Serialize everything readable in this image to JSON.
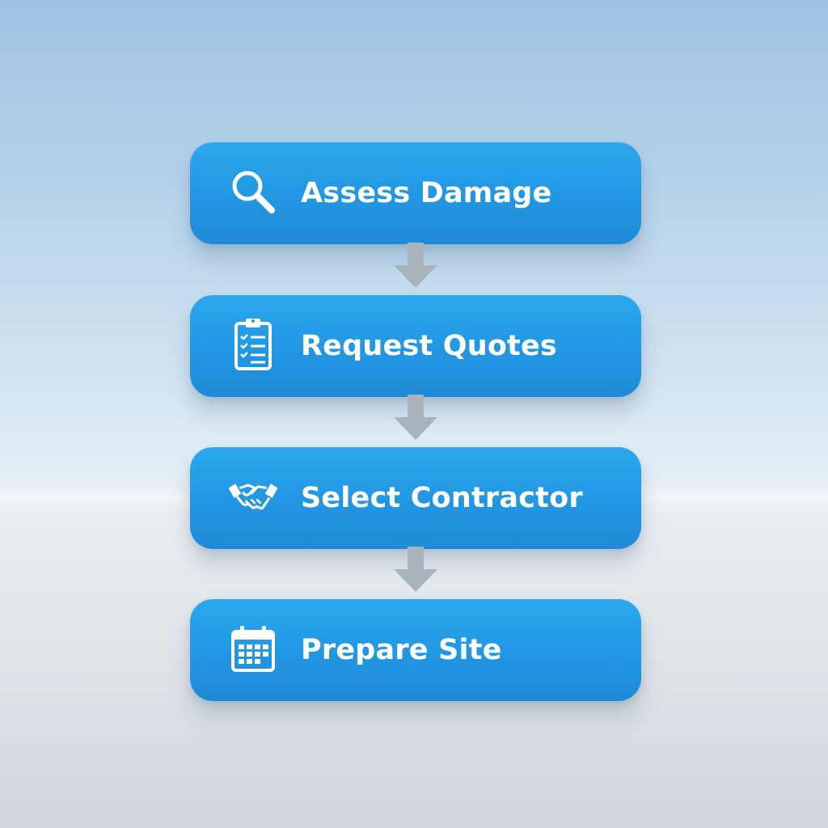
{
  "colors": {
    "step_fill": "#2296e2",
    "step_text": "#ffffff",
    "connector": "#a9b3bc"
  },
  "steps": [
    {
      "label": "Assess Damage",
      "icon": "magnifier-icon"
    },
    {
      "label": "Request Quotes",
      "icon": "clipboard-checklist-icon"
    },
    {
      "label": "Select Contractor",
      "icon": "handshake-icon"
    },
    {
      "label": "Prepare Site",
      "icon": "calendar-icon"
    }
  ],
  "connectors": [
    {
      "from": "Assess Damage",
      "to": "Request Quotes"
    },
    {
      "from": "Request Quotes",
      "to": "Select Contractor"
    },
    {
      "from": "Select Contractor",
      "to": "Prepare Site"
    }
  ]
}
